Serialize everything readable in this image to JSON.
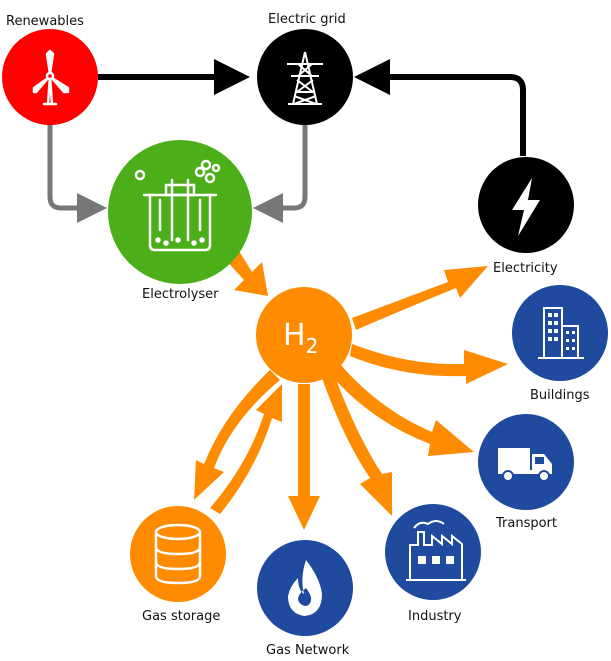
{
  "nodes": {
    "renewables": {
      "label": "Renewables",
      "icon": "wind-turbine-icon",
      "color": "#ff0000"
    },
    "electric_grid": {
      "label": "Electric grid",
      "icon": "power-pylon-icon",
      "color": "#000000"
    },
    "electrolyser": {
      "label": "Electrolyser",
      "icon": "electrolyser-beaker-icon",
      "color": "#4caf1a"
    },
    "hydrogen": {
      "label": "H",
      "subscript": "2",
      "color": "#ff8c00"
    },
    "electricity": {
      "label": "Electricity",
      "icon": "lightning-bolt-icon",
      "color": "#000000"
    },
    "buildings": {
      "label": "Buildings",
      "icon": "office-building-icon",
      "color": "#1f4a9e"
    },
    "transport": {
      "label": "Transport",
      "icon": "truck-icon",
      "color": "#1f4a9e"
    },
    "industry": {
      "label": "Industry",
      "icon": "factory-icon",
      "color": "#1f4a9e"
    },
    "gas_network": {
      "label": "Gas Network",
      "icon": "flame-icon",
      "color": "#1f4a9e"
    },
    "gas_storage": {
      "label": "Gas storage",
      "icon": "database-cylinder-icon",
      "color": "#ff8c00"
    }
  },
  "colors": {
    "orange_flow": "#ff8c00",
    "black_flow": "#000000",
    "gray_flow": "#777777"
  }
}
